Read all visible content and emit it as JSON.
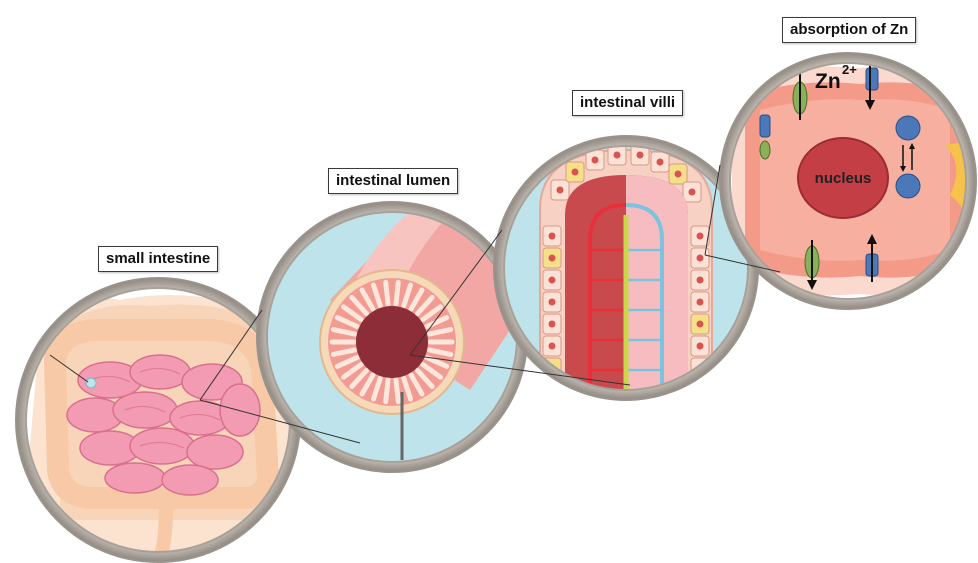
{
  "labels": {
    "small_intestine": "small intestine",
    "intestinal_lumen": "intestinal lumen",
    "intestinal_villi": "intestinal villi",
    "absorption": "absorption of Zn"
  },
  "cell": {
    "ion_base": "Zn",
    "ion_charge": "2+",
    "nucleus": "nucleus"
  },
  "colors": {
    "ring": "#c9c3bd",
    "lumen_bg": "#bfe3ea",
    "intestine_pink": "#f29bb2",
    "tissue_red": "#e05a58",
    "nucleus": "#c43e46",
    "transporter_blue": "#4a78b8",
    "transporter_green": "#8ab05a"
  }
}
